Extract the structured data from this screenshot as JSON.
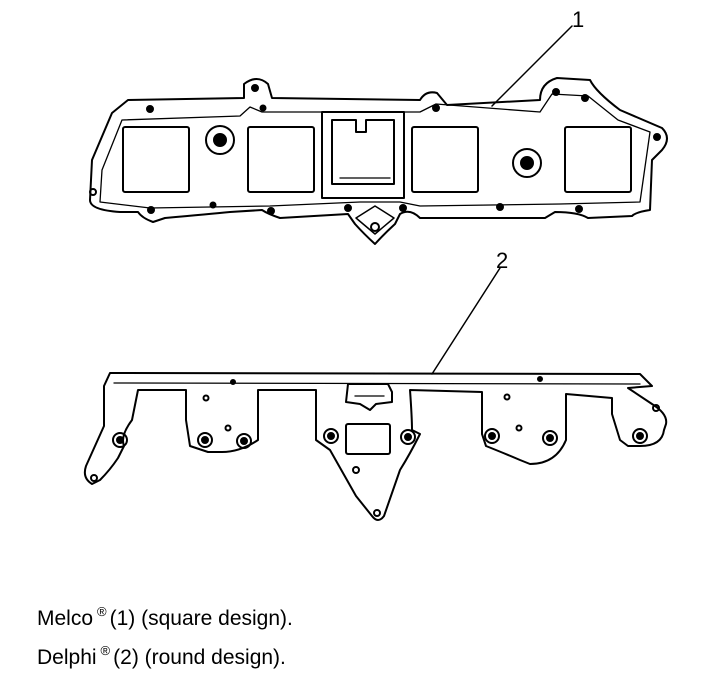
{
  "callouts": {
    "part1": "1",
    "part2": "2"
  },
  "captions": [
    {
      "brand": "Melco",
      "mark": "®",
      "rest": "(1) (square design)."
    },
    {
      "brand": "Delphi",
      "mark": "®",
      "rest": "(2) (round design)."
    }
  ]
}
